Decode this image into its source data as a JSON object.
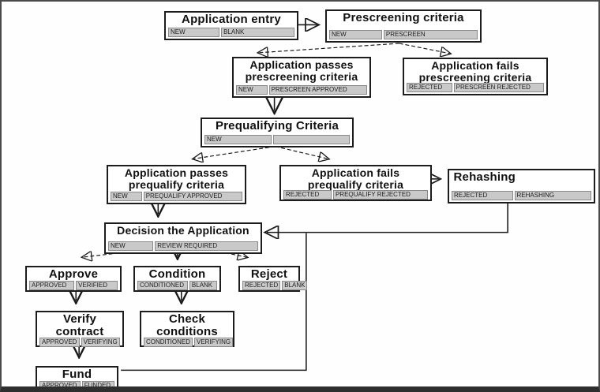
{
  "nodes": {
    "application_entry": {
      "title": "Application entry",
      "statuses": [
        "NEW",
        "BLANK"
      ]
    },
    "prescreening_criteria": {
      "title": "Prescreening criteria",
      "statuses": [
        "NEW",
        "PRESCREEN"
      ]
    },
    "passes_prescreening": {
      "title": "Application passes prescreening criteria",
      "statuses": [
        "NEW",
        "PRESCREEN APPROVED"
      ]
    },
    "fails_prescreening": {
      "title": "Application fails prescreening criteria",
      "statuses": [
        "REJECTED",
        "PRESCREEN REJECTED"
      ]
    },
    "prequalifying_criteria": {
      "title": "Prequalifying Criteria",
      "statuses": [
        "NEW",
        ""
      ]
    },
    "passes_prequalify": {
      "title": "Application passes prequalify criteria",
      "statuses": [
        "NEW",
        "PREQUALIFY APPROVED"
      ]
    },
    "fails_prequalify": {
      "title": "Application fails prequalify criteria",
      "statuses": [
        "REJECTED",
        "PREQUALIFY REJECTED"
      ]
    },
    "rehashing": {
      "title": "Rehashing",
      "statuses": [
        "REJECTED",
        "REHASHING"
      ]
    },
    "decision": {
      "title": "Decision the Application",
      "statuses": [
        "NEW",
        "REVIEW REQUIRED"
      ]
    },
    "approve": {
      "title": "Approve",
      "statuses": [
        "APPROVED",
        "VERIFIED"
      ]
    },
    "condition": {
      "title": "Condition",
      "statuses": [
        "CONDITIONED",
        "BLANK"
      ]
    },
    "reject": {
      "title": "Reject",
      "statuses": [
        "REJECTED",
        "BLANK"
      ]
    },
    "verify_contract": {
      "title": "Verify contract",
      "statuses": [
        "APPROVED",
        "VERIFYING"
      ]
    },
    "check_conditions": {
      "title": "Check conditions",
      "statuses": [
        "CONDITIONED",
        "VERIFYING"
      ]
    },
    "fund": {
      "title": "Fund",
      "statuses": [
        "APPROVED",
        "FUNDED"
      ]
    }
  },
  "colors": {
    "node_border": "#1c1c1c",
    "status_cell_bg": "#c9c9c9",
    "status_cell_border": "#898989",
    "connector": "#1a1a1a",
    "background": "#fefefe"
  }
}
